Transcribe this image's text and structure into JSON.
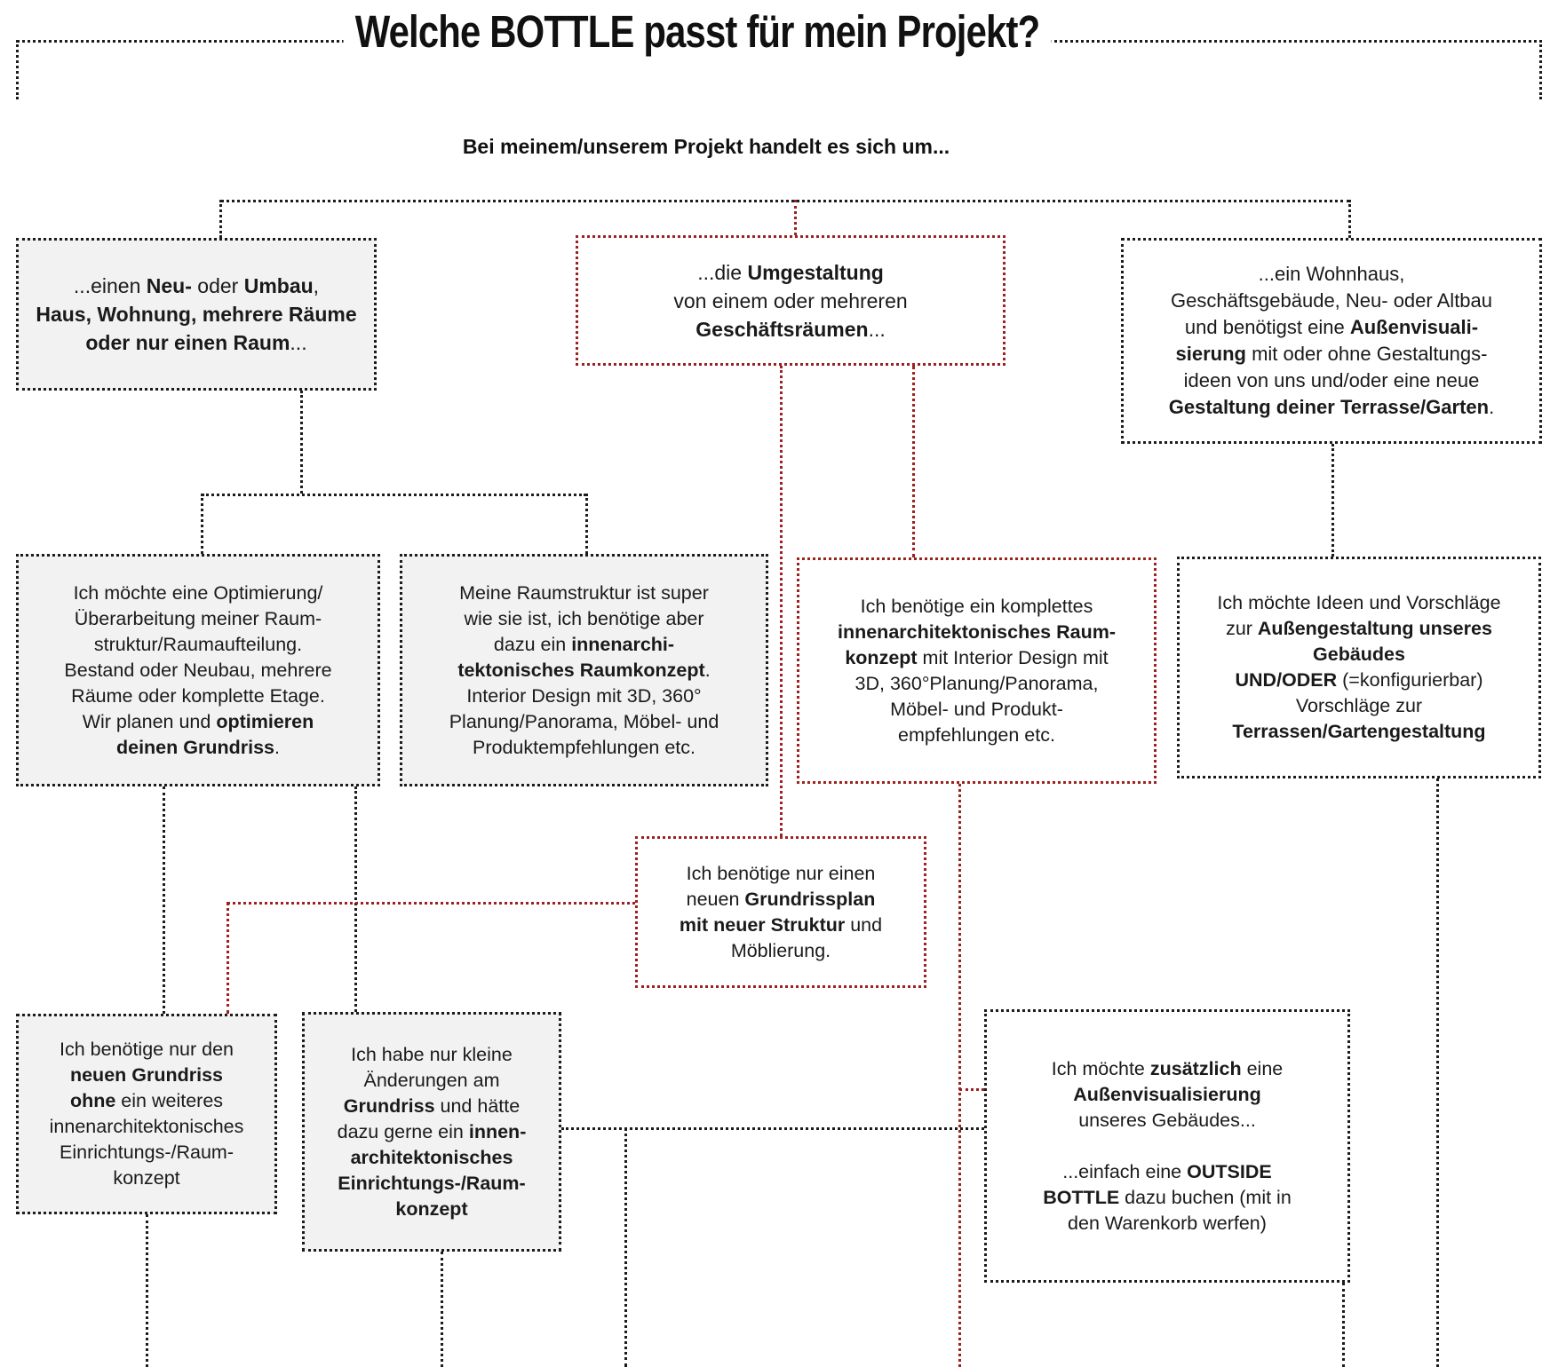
{
  "page": {
    "title": "Welche BOTTLE passt für mein Projekt?",
    "subtitle": "Bei meinem/unserem Projekt handelt es sich um..."
  },
  "colors": {
    "accent_red": "#9c2121",
    "line_black": "#1c1c1c",
    "node_gray_fill": "#f2f2f2",
    "node_white_fill": "#ffffff"
  },
  "nodes": {
    "r1_neubau": {
      "variant": "gray-fill, black dotted border",
      "segments": [
        {
          "t": "...einen ",
          "b": false
        },
        {
          "t": "Neu-",
          "b": true
        },
        {
          "t": " oder ",
          "b": false
        },
        {
          "t": "Umbau",
          "b": true
        },
        {
          "t": ",\n",
          "b": false
        },
        {
          "t": "Haus, Wohnung, mehrere Räume\noder nur einen Raum",
          "b": true
        },
        {
          "t": "...",
          "b": false
        }
      ]
    },
    "r1_umgestaltung": {
      "variant": "white-fill, red dotted border",
      "segments": [
        {
          "t": "...die ",
          "b": false
        },
        {
          "t": "Umgestaltung",
          "b": true
        },
        {
          "t": "\nvon einem oder mehreren\n",
          "b": false
        },
        {
          "t": "Geschäftsräumen",
          "b": true
        },
        {
          "t": "...",
          "b": false
        }
      ]
    },
    "r1_wohnhaus": {
      "variant": "white-fill, black dotted border",
      "segments": [
        {
          "t": "...ein Wohnhaus,\nGeschäftsgebäude, Neu- oder Altbau\nund benötigst eine ",
          "b": false
        },
        {
          "t": "Außenvisuali-\nsierung",
          "b": true
        },
        {
          "t": " mit oder ohne Gestaltungs-\nideen von uns und/oder eine neue\n",
          "b": false
        },
        {
          "t": "Gestaltung deiner Terrasse/Garten",
          "b": true
        },
        {
          "t": ".",
          "b": false
        }
      ]
    },
    "r2_optimierung": {
      "variant": "gray-fill, black dotted border",
      "segments": [
        {
          "t": "Ich möchte eine Optimierung/\nÜberarbeitung meiner Raum-\nstruktur/Raumaufteilung.\nBestand oder Neubau, mehrere\nRäume oder komplette Etage.\nWir planen und ",
          "b": false
        },
        {
          "t": "optimieren\ndeinen Grundriss",
          "b": true
        },
        {
          "t": ".",
          "b": false
        }
      ]
    },
    "r2_raumkonzept": {
      "variant": "gray-fill, black dotted border",
      "segments": [
        {
          "t": "Meine Raumstruktur ist super\nwie sie ist, ich benötige aber\ndazu ein ",
          "b": false
        },
        {
          "t": "innenarchi-\ntektonisches Raumkonzept",
          "b": true
        },
        {
          "t": ".\nInterior Design mit 3D, 360°\nPlanung/Panorama, Möbel- und\nProduktempfehlungen etc.",
          "b": false
        }
      ]
    },
    "r2_komplett": {
      "variant": "white-fill, red dotted border",
      "segments": [
        {
          "t": "Ich benötige ein komplettes\n",
          "b": false
        },
        {
          "t": "innenarchitektonisches Raum-\nkonzept",
          "b": true
        },
        {
          "t": " mit Interior Design mit\n3D, 360°Planung/Panorama,\nMöbel- und Produkt-\nempfehlungen etc.",
          "b": false
        }
      ]
    },
    "r2_aussengestaltung": {
      "variant": "white-fill, black dotted border",
      "segments": [
        {
          "t": "Ich möchte Ideen und Vorschläge\nzur ",
          "b": false
        },
        {
          "t": "Außengestaltung unseres\nGebäudes\nUND/ODER",
          "b": true
        },
        {
          "t": " (=konfigurierbar)\nVorschläge zur\n",
          "b": false
        },
        {
          "t": "Terrassen/Gartengestaltung",
          "b": true
        }
      ]
    },
    "r3_grundrissplan": {
      "variant": "white-fill, red dotted border",
      "segments": [
        {
          "t": "Ich benötige nur einen\nneuen ",
          "b": false
        },
        {
          "t": "Grundrissplan\nmit neuer Struktur",
          "b": true
        },
        {
          "t": " und\nMöblierung.",
          "b": false
        }
      ]
    },
    "r4_grundriss_ohne": {
      "variant": "gray-fill, black dotted border",
      "segments": [
        {
          "t": "Ich benötige nur den\n",
          "b": false
        },
        {
          "t": "neuen Grundriss\nohne",
          "b": true
        },
        {
          "t": " ein weiteres\ninnenarchitektonisches\nEinrichtungs-/Raum-\nkonzept",
          "b": false
        }
      ]
    },
    "r4_kleine_aenderungen": {
      "variant": "gray-fill, black dotted border",
      "segments": [
        {
          "t": "Ich habe nur kleine\nÄnderungen am\n",
          "b": false
        },
        {
          "t": "Grundriss",
          "b": true
        },
        {
          "t": " und hätte\ndazu gerne ein ",
          "b": false
        },
        {
          "t": "innen-\narchitektonisches\nEinrichtungs-/Raum-\nkonzept",
          "b": true
        }
      ]
    },
    "r4_outside_bottle": {
      "variant": "white-fill, black dotted border",
      "segments": [
        {
          "t": "Ich möchte ",
          "b": false
        },
        {
          "t": "zusätzlich",
          "b": true
        },
        {
          "t": " eine\n",
          "b": false
        },
        {
          "t": "Außenvisualisierung",
          "b": true
        },
        {
          "t": "\nunseres Gebäudes...\n\n...einfach eine ",
          "b": false
        },
        {
          "t": "OUTSIDE\nBOTTLE",
          "b": true
        },
        {
          "t": " dazu buchen (mit in\nden Warenkorb werfen)",
          "b": false
        }
      ]
    }
  }
}
